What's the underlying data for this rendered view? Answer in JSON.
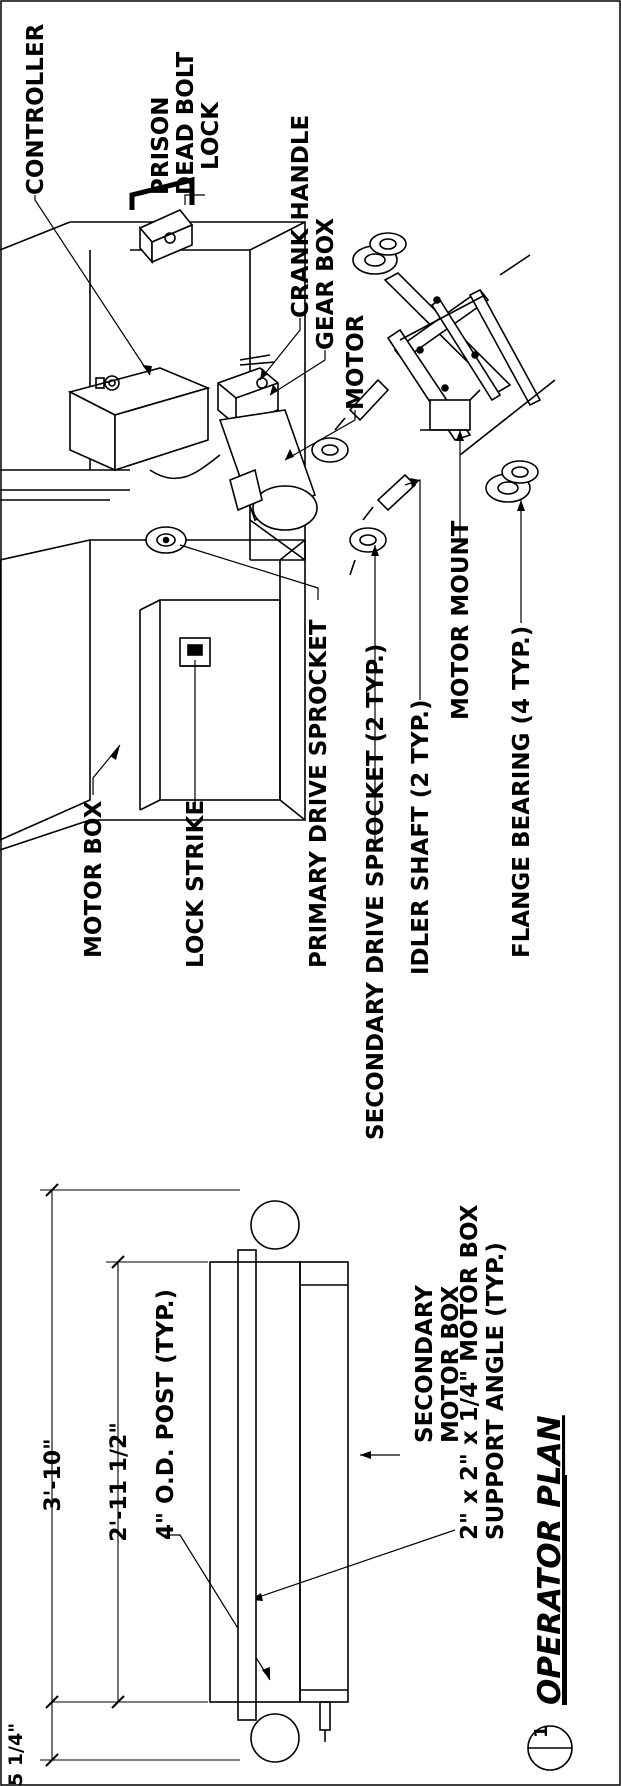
{
  "labels": {
    "controller": "CONTROLLER",
    "prison": "PRISON",
    "dead_bolt": "DEAD BOLT",
    "lock": "LOCK",
    "crank_handle": "CRANK HANDLE",
    "gear_box": "GEAR BOX",
    "motor": "MOTOR",
    "motor_box": "MOTOR BOX",
    "lock_strike": "LOCK STRIKE",
    "primary_drive_sprocket": "PRIMARY DRIVE SPROCKET",
    "secondary_drive_sprocket": "SECONDARY DRIVE SPROCKET (2 TYP.)",
    "idler_shaft": "IDLER SHAFT (2 TYP.)",
    "motor_mount": "MOTOR MOUNT",
    "flange_bearing": "FLANGE BEARING (4 TYP.)",
    "secondary_motor_box_line1": "SECONDARY",
    "secondary_motor_box_line2": "MOTOR BOX",
    "support_angle_line1": "2\" x 2\" x 1/4\" MOTOR BOX",
    "support_angle_line2": "SUPPORT ANGLE (TYP.)",
    "post": "4\" O.D. POST (TYP.)"
  },
  "dimensions": {
    "overall": "3'-10\"",
    "inner": "2'-11 1/2\"",
    "offset": "5 1/4\""
  },
  "title": {
    "detail_number": "1",
    "text": "OPERATOR PLAN"
  }
}
